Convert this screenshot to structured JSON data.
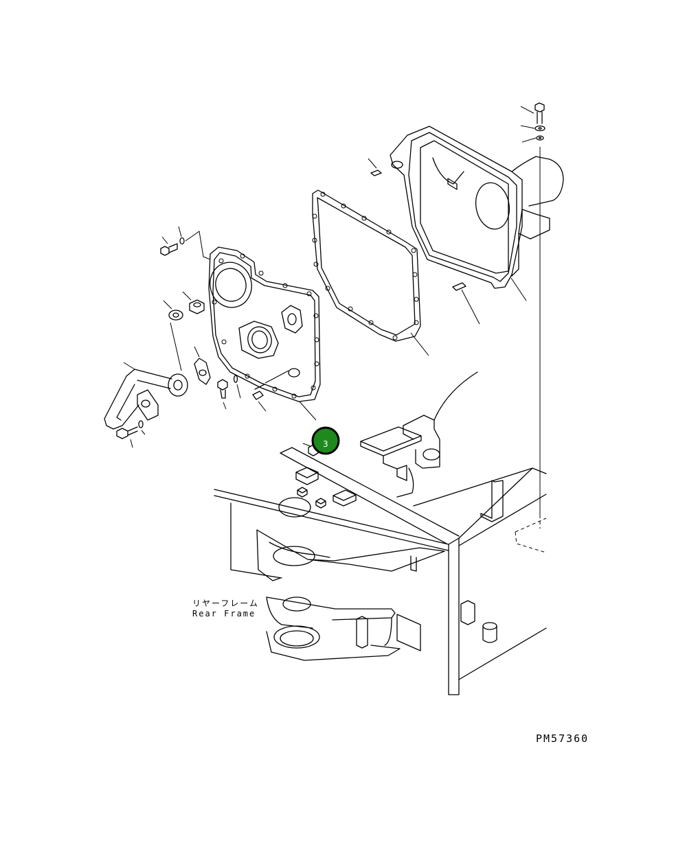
{
  "callout": {
    "number": "3",
    "fill": "#1e8a1e",
    "ring": "#000000"
  },
  "labels": {
    "rear_frame_jp": "リヤーフレーム",
    "rear_frame_en": "Rear Frame"
  },
  "drawing_code": "PM57360"
}
